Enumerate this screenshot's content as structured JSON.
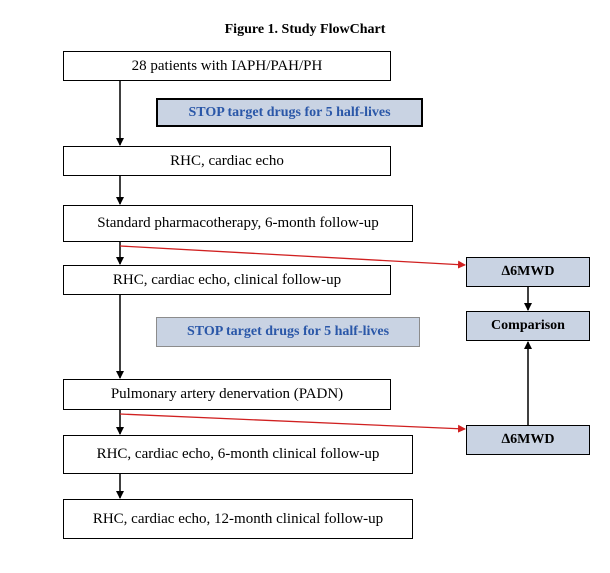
{
  "figure": {
    "title": "Figure 1. Study FlowChart"
  },
  "flow": {
    "step1": "28 patients with IAPH/PAH/PH",
    "stop1": "STOP target drugs for 5 half-lives",
    "step2": "RHC, cardiac echo",
    "step3": "Standard pharmacotherapy, 6-month follow-up",
    "step4": "RHC, cardiac echo, clinical follow-up",
    "stop2": "STOP target drugs for 5 half-lives",
    "step5": "Pulmonary artery denervation (PADN)",
    "step6": "RHC, cardiac echo, 6-month clinical follow-up",
    "step7": "RHC, cardiac echo, 12-month clinical follow-up"
  },
  "side": {
    "delta1": "∆6MWD",
    "comparison": "Comparison",
    "delta2": "∆6MWD"
  },
  "colors": {
    "stop_fill": "#c9d3e3",
    "stop_text": "#2a57a8",
    "side_fill": "#c9d3e3",
    "red_arrow": "#d02020"
  }
}
